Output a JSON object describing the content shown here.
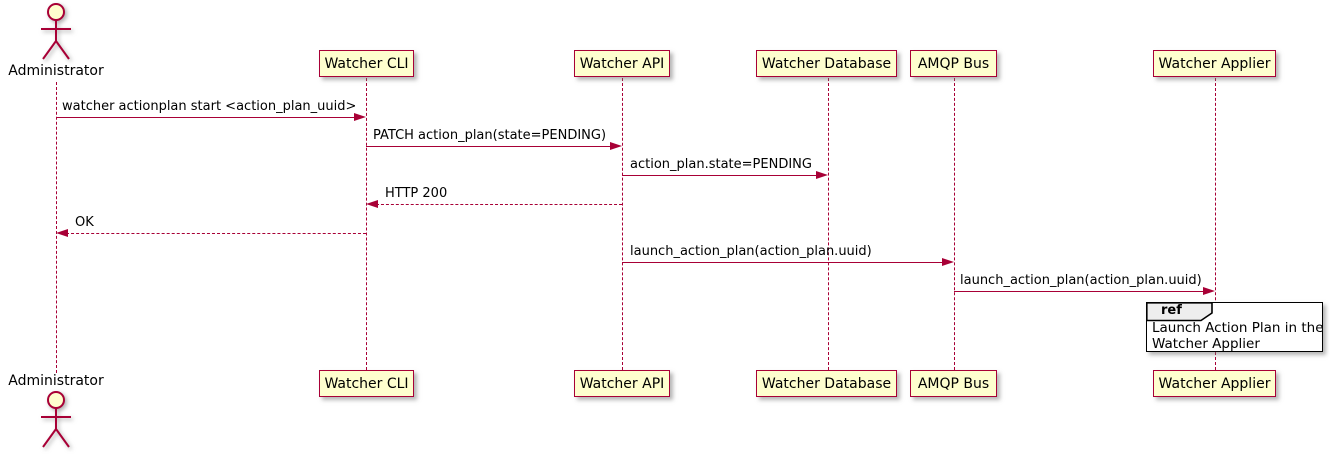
{
  "diagram": {
    "type": "uml-sequence-diagram",
    "actor": {
      "label": "Administrator"
    },
    "participants": [
      {
        "label": "Watcher CLI"
      },
      {
        "label": "Watcher API"
      },
      {
        "label": "Watcher Database"
      },
      {
        "label": "AMQP Bus"
      },
      {
        "label": "Watcher Applier"
      }
    ],
    "messages": [
      {
        "from": "Administrator",
        "to": "Watcher CLI",
        "line": "solid",
        "label": "watcher actionplan start <action_plan_uuid>"
      },
      {
        "from": "Watcher CLI",
        "to": "Watcher API",
        "line": "solid",
        "label": "PATCH action_plan(state=PENDING)"
      },
      {
        "from": "Watcher API",
        "to": "Watcher Database",
        "line": "solid",
        "label": "action_plan.state=PENDING"
      },
      {
        "from": "Watcher API",
        "to": "Watcher CLI",
        "line": "dashed",
        "label": "HTTP 200"
      },
      {
        "from": "Watcher CLI",
        "to": "Administrator",
        "line": "dashed",
        "label": "OK"
      },
      {
        "from": "Watcher API",
        "to": "AMQP Bus",
        "line": "solid",
        "label": "launch_action_plan(action_plan.uuid)"
      },
      {
        "from": "AMQP Bus",
        "to": "Watcher Applier",
        "line": "solid",
        "label": "launch_action_plan(action_plan.uuid)"
      }
    ],
    "ref": {
      "keyword": "ref",
      "lines": [
        "Launch Action Plan in the",
        "Watcher Applier"
      ]
    },
    "colors": {
      "line": "#A80036",
      "participant_fill": "#FEFECE",
      "participant_border": "#A80036",
      "text": "#000000",
      "ref_border": "#000000",
      "ref_header_fill": "#EEEEEE"
    }
  }
}
